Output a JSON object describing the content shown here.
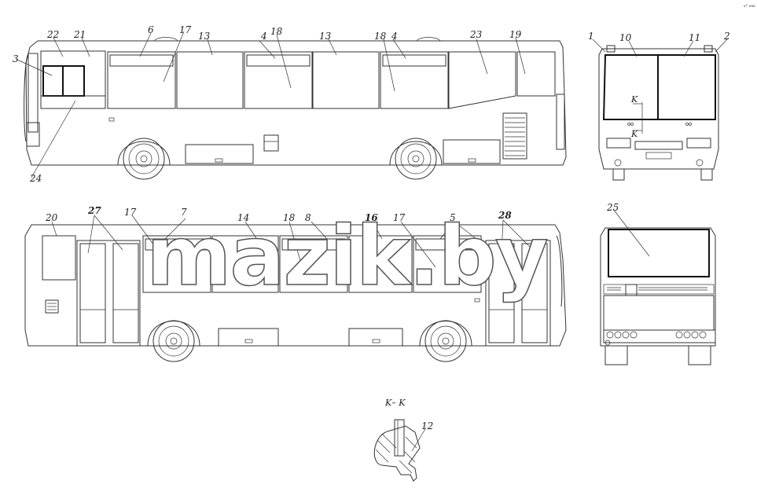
{
  "corner_mark": "s° ess",
  "watermark": "mazik.by",
  "section": {
    "label": "K– K"
  },
  "cut_marks": {
    "upper": "K",
    "lower": "K"
  },
  "callouts": {
    "c1": "1",
    "c2": "2",
    "c3": "3",
    "c4a": "4",
    "c4b": "4",
    "c5": "5",
    "c6": "6",
    "c7": "7",
    "c8": "8",
    "c10": "10",
    "c11": "11",
    "c12": "12",
    "c13a": "13",
    "c13b": "13",
    "c14": "14",
    "c16": "16",
    "c17a": "17",
    "c17b": "17",
    "c17c": "17",
    "c18a": "18",
    "c18b": "18",
    "c18c": "18",
    "c19": "19",
    "c20": "20",
    "c21": "21",
    "c22": "22",
    "c23": "23",
    "c24": "24",
    "c25": "25",
    "c27": "27",
    "c28": "28"
  }
}
